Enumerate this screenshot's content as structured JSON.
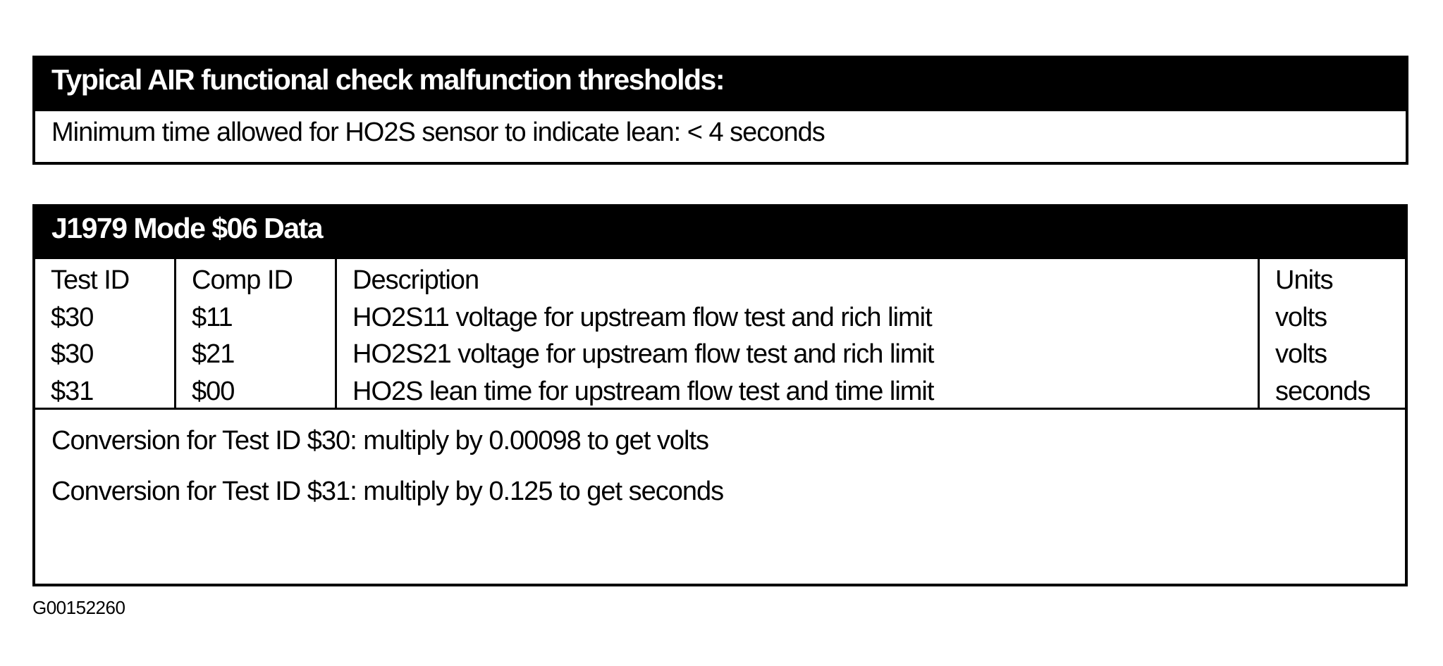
{
  "thresholds": {
    "title": "Typical AIR functional check malfunction thresholds:",
    "body": "Minimum time allowed for HO2S sensor to indicate lean: < 4 seconds"
  },
  "mode06": {
    "title": "J1979 Mode $06 Data",
    "columns": [
      "Test ID",
      "Comp ID",
      "Description",
      "Units"
    ],
    "rows": [
      {
        "test_id": "$30",
        "comp_id": "$11",
        "description": "HO2S11 voltage for upstream flow test and rich limit",
        "units": "volts"
      },
      {
        "test_id": "$30",
        "comp_id": "$21",
        "description": "HO2S21 voltage for upstream flow test and rich limit",
        "units": "volts"
      },
      {
        "test_id": "$31",
        "comp_id": "$00",
        "description": "HO2S lean time for upstream flow test and time limit",
        "units": "seconds"
      }
    ],
    "notes": [
      "Conversion for Test ID $30: multiply by 0.00098 to get volts",
      "Conversion for Test ID $31: multiply by 0.125 to get seconds"
    ]
  },
  "figure_code": "G00152260",
  "colors": {
    "header_bg": "#000000",
    "header_text": "#ffffff",
    "border": "#000000",
    "body_text": "#000000",
    "background": "#ffffff"
  }
}
